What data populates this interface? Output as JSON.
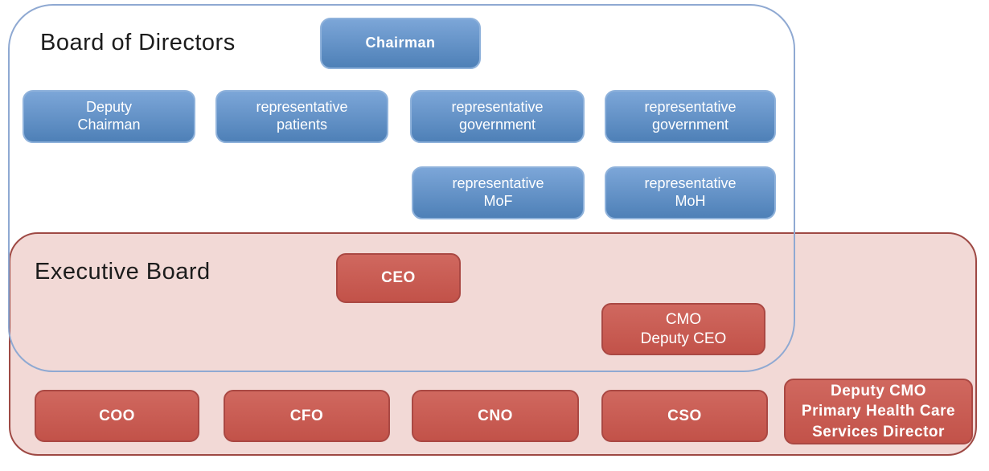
{
  "colors": {
    "blue_box_top": "#7CA6D8",
    "blue_box_bottom": "#4E80B7",
    "blue_box_border": "#8FB2DB",
    "blue_container_border": "#8FA9D2",
    "red_box_top": "#D0685F",
    "red_box_bottom": "#C25249",
    "red_box_border": "#AA4843",
    "pink_fill": "#F2D9D6",
    "pink_border": "#9E4944",
    "title_color": "#1C1C1C",
    "box_text_color": "#FFFFFF"
  },
  "board_of_directors": {
    "title": "Board of Directors",
    "chairman": "Chairman",
    "row1": [
      "Deputy\nChairman",
      "representative\npatients",
      "representative\ngovernment",
      "representative\ngovernment"
    ],
    "row2": [
      "representative\nMoF",
      "representative\nMoH"
    ]
  },
  "executive_board": {
    "title": "Executive Board",
    "ceo": "CEO",
    "cmo": "CMO\nDeputy CEO",
    "row": [
      "COO",
      "CFO",
      "CNO",
      "CSO"
    ],
    "deputy_cmo": "Deputy CMO\nPrimary Health Care\nServices Director"
  }
}
